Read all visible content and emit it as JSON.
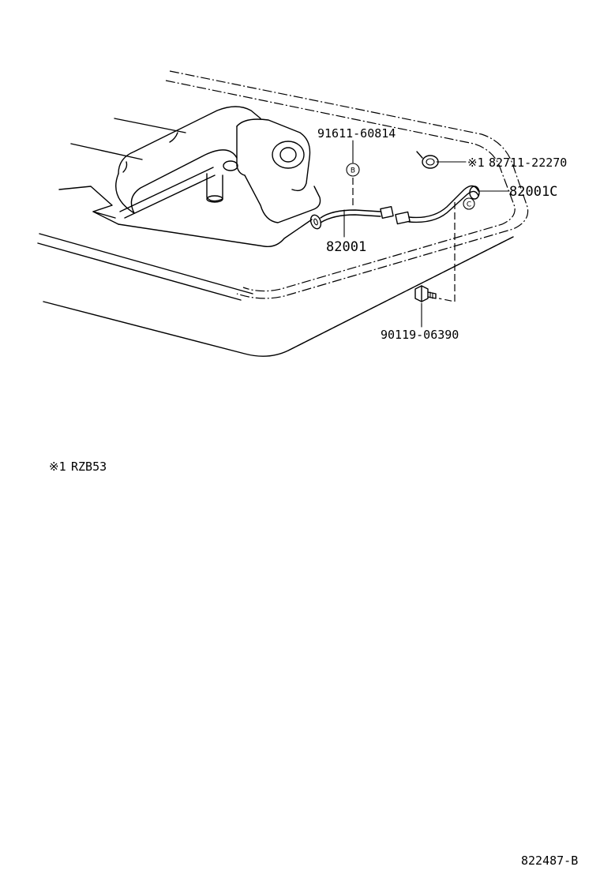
{
  "parts": {
    "p1": "91611-60814",
    "p2": "82711-22270",
    "p3": "82001C",
    "p4": "82001",
    "p5": "90119-06390"
  },
  "p2_marker": "※1",
  "badges": {
    "b": "B",
    "c": "C"
  },
  "note": {
    "mark": "※1",
    "text": "RZB53"
  },
  "diagram_code": "822487-B"
}
